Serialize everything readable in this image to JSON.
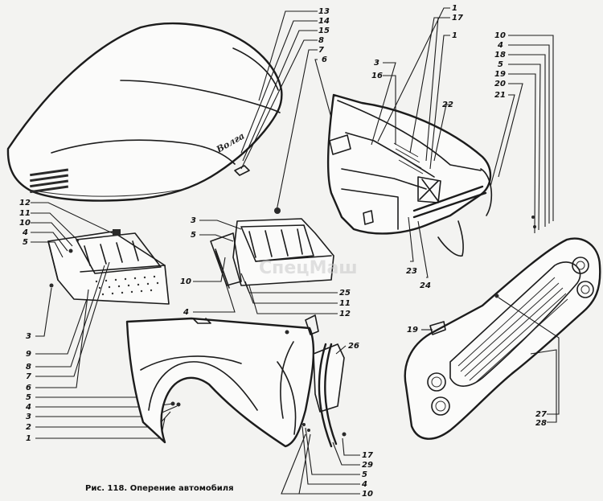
{
  "caption": "Рис. 118. Оперение автомобиля",
  "watermark": "СпецМаш",
  "hood_emblem": "Волга",
  "callouts": {
    "hood": [
      "13",
      "14",
      "15",
      "8",
      "7",
      "6"
    ],
    "left_panel": [
      "12",
      "11",
      "10",
      "4",
      "5",
      "3",
      "9",
      "8",
      "7",
      "6",
      "5",
      "4",
      "3",
      "2",
      "1"
    ],
    "center_panel": [
      "3",
      "5",
      "10",
      "4",
      "25",
      "11",
      "12"
    ],
    "fender": [
      "26",
      "17",
      "29",
      "5",
      "4",
      "10"
    ],
    "engine_bay": [
      "1",
      "17",
      "1",
      "3",
      "16",
      "22",
      "23",
      "24"
    ],
    "right_side": [
      "10",
      "4",
      "18",
      "5",
      "19",
      "20",
      "21",
      "19",
      "27",
      "28"
    ]
  }
}
